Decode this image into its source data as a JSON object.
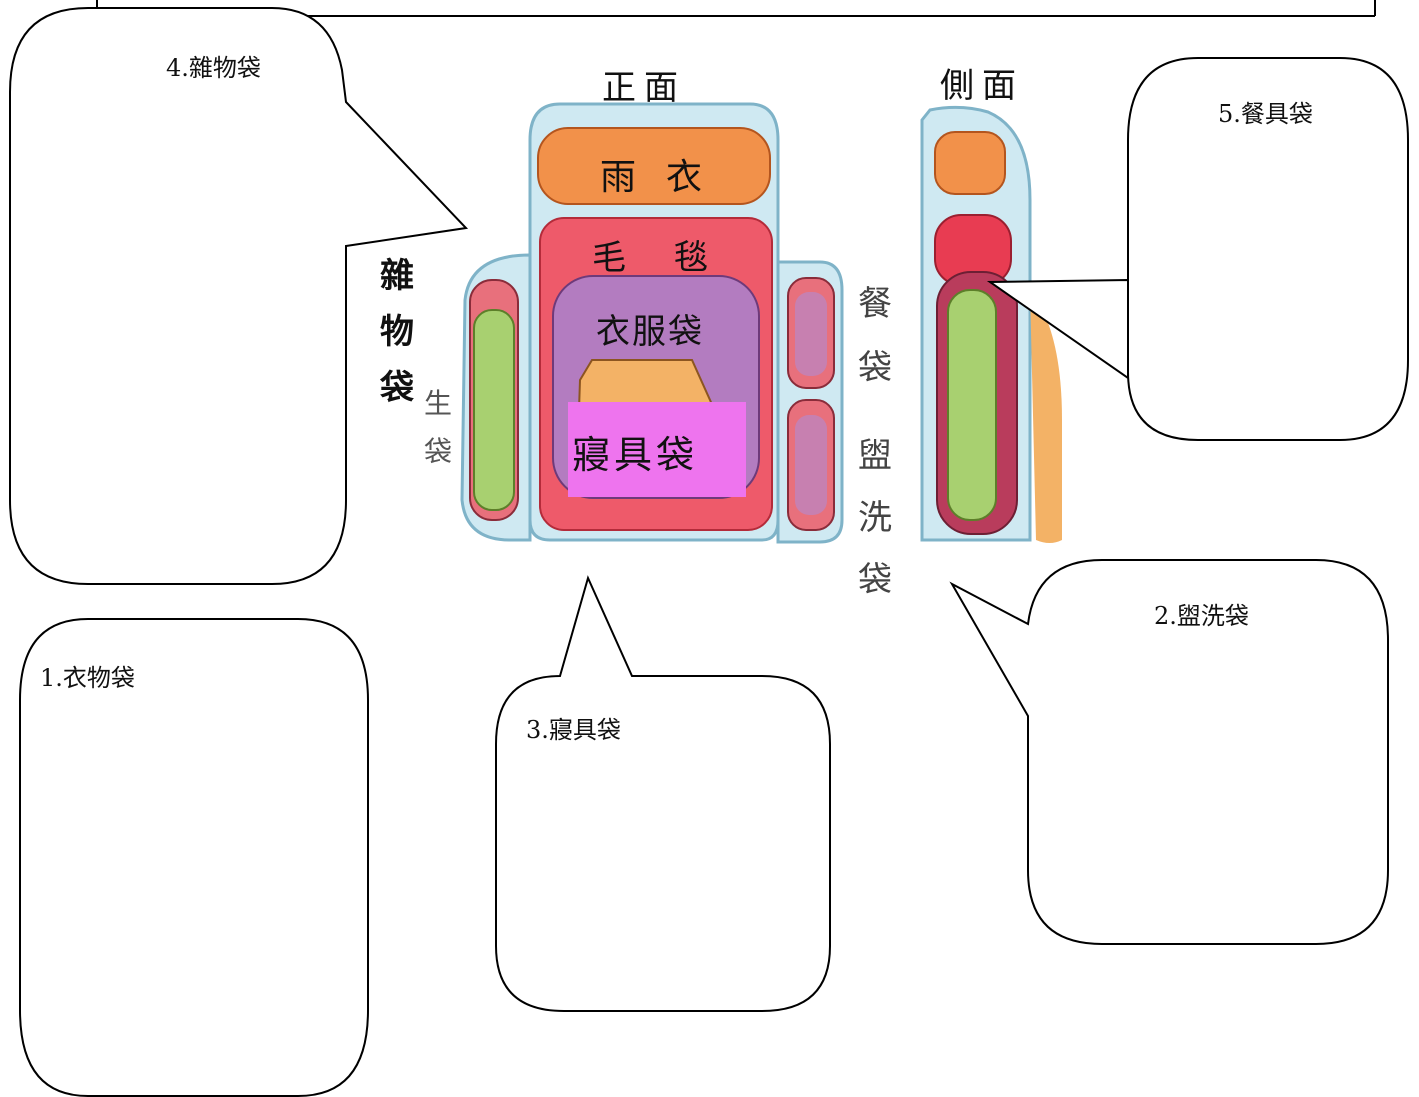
{
  "diagram": {
    "heading_front": "正面",
    "heading_side": "側面",
    "front_labels": {
      "raincoat": "雨衣",
      "blanket": "毛毯",
      "clothes_bag": "衣服袋",
      "sleeping_bag_overlay": "寢具袋",
      "misc_bag_vertical": [
        "雜",
        "物",
        "袋"
      ],
      "side_bag_partial": [
        "生",
        "袋"
      ]
    },
    "side_labels": {
      "tableware_bag_vertical": [
        "餐",
        "袋"
      ],
      "wash_bag_vertical": [
        "盥",
        "洗",
        "袋"
      ]
    }
  },
  "callouts": [
    {
      "id": "misc",
      "label": "4.雜物袋"
    },
    {
      "id": "tableware",
      "label": "5.餐具袋"
    },
    {
      "id": "wash",
      "label": "2.盥洗袋"
    },
    {
      "id": "clothing",
      "label": "1.衣物袋"
    },
    {
      "id": "bedding",
      "label": "3.寢具袋"
    }
  ],
  "colors": {
    "backpack_outline": "#a8d8e8",
    "raincoat": "#f2914a",
    "blanket": "#ee5a6a",
    "clothes_bag": "#b37cc0",
    "bedding_box": "#ee74ee",
    "misc_green": "#a8d070",
    "side_orange": "#f3b266"
  }
}
